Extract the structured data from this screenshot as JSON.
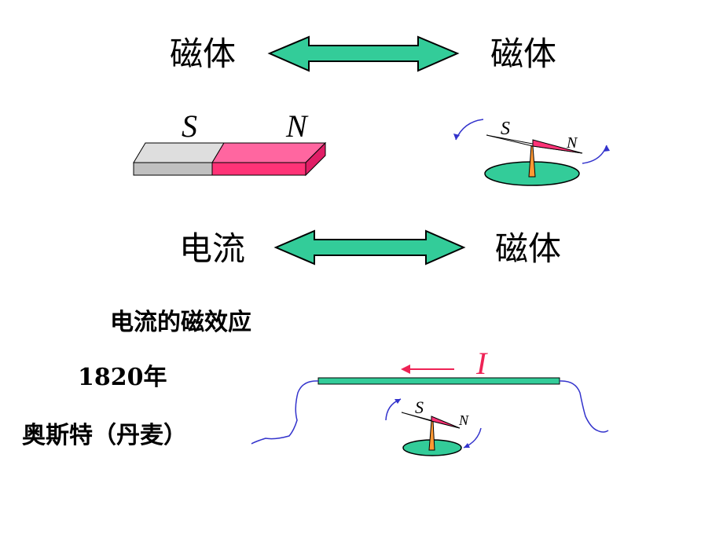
{
  "row1": {
    "left": "磁体",
    "right": "磁体"
  },
  "bar_magnet": {
    "s_label": "S",
    "n_label": "N"
  },
  "compass_top": {
    "s_label": "S",
    "n_label": "N"
  },
  "row2": {
    "left": "电流",
    "right": "磁体"
  },
  "caption": {
    "title": "电流的磁效应",
    "year": "1820年",
    "person": "奥斯特（丹麦）"
  },
  "wire": {
    "current_label": "I"
  },
  "compass_bottom": {
    "s_label": "S",
    "n_label": "N"
  },
  "colors": {
    "arrow_fill": "#33cc99",
    "magnet_s": "#c0c0c0",
    "magnet_n": "#ff3377",
    "compass_base": "#33cc99",
    "compass_pivot": "#ff9933",
    "curve": "#3333cc",
    "current_arrow": "#ee2255",
    "wire": "#33cc99"
  }
}
